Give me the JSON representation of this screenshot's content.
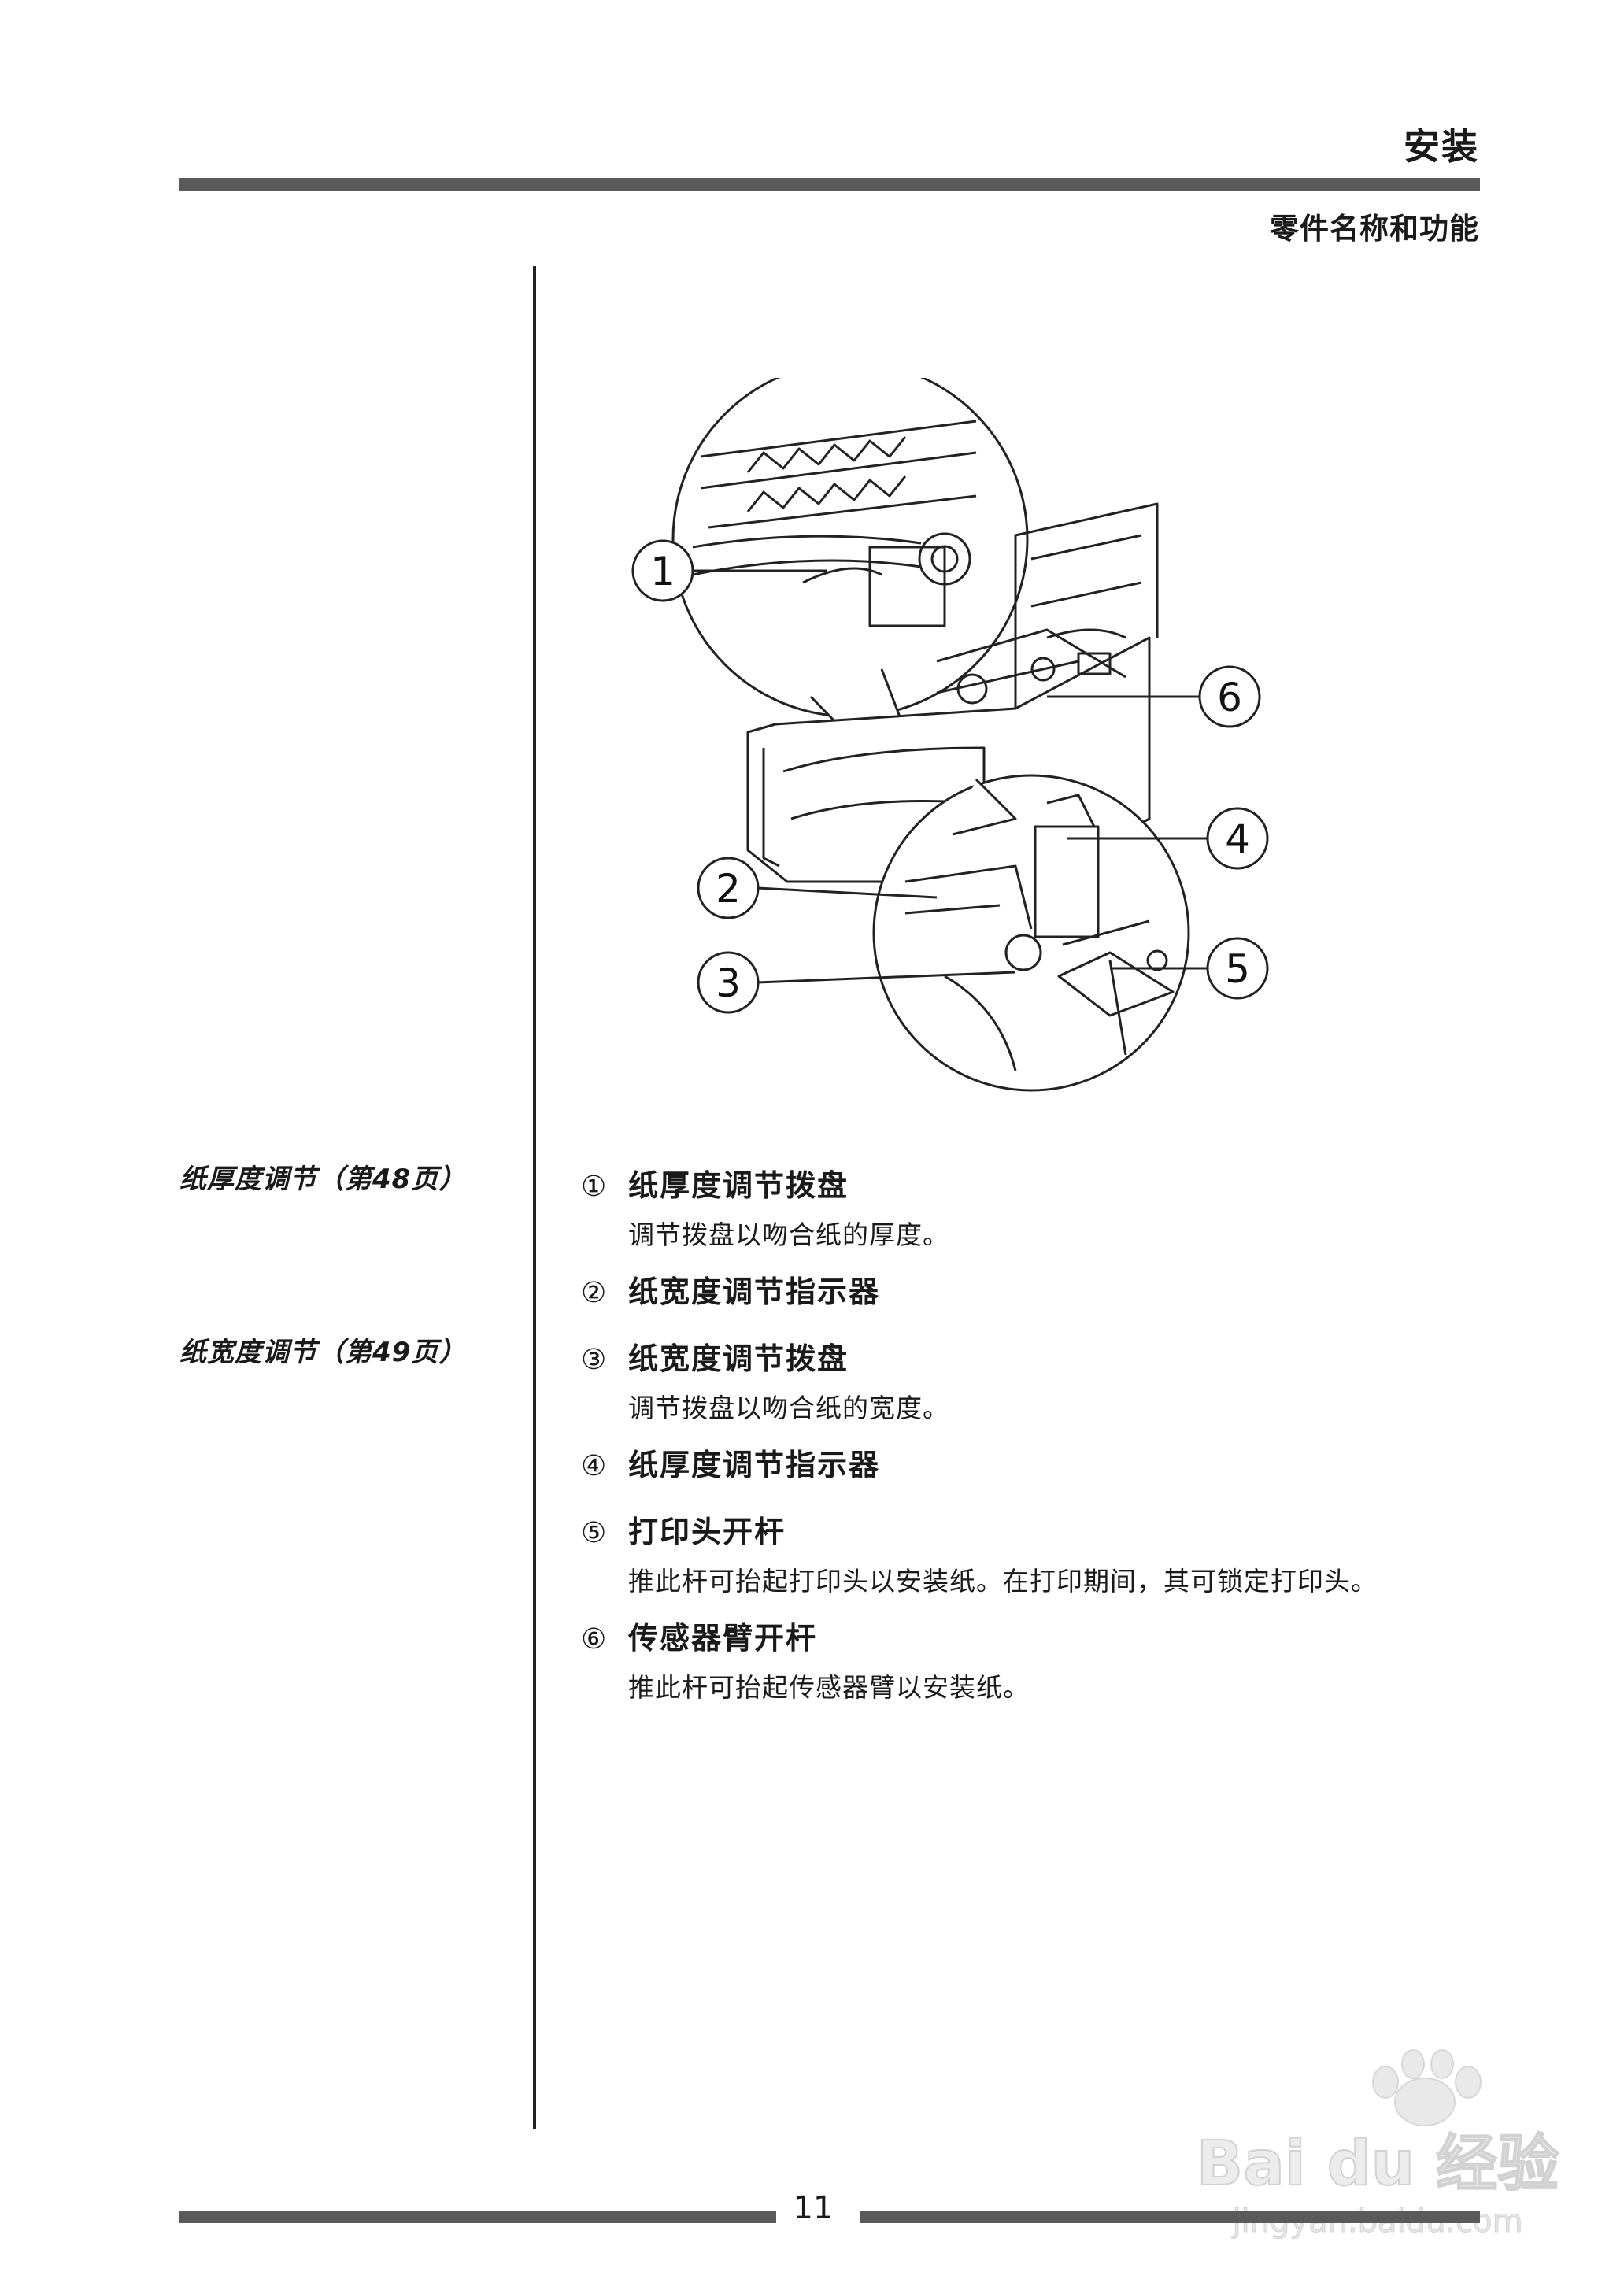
{
  "header": {
    "section_title": "安装",
    "section_subtitle": "零件名称和功能"
  },
  "figure": {
    "callouts": [
      "1",
      "2",
      "3",
      "4",
      "5",
      "6"
    ]
  },
  "side_notes": [
    "纸厚度调节（第48页）",
    "纸宽度调节（第49页）"
  ],
  "parts": [
    {
      "num": "①",
      "title": "纸厚度调节拨盘",
      "desc": "调节拨盘以吻合纸的厚度。"
    },
    {
      "num": "②",
      "title": "纸宽度调节指示器",
      "desc": ""
    },
    {
      "num": "③",
      "title": "纸宽度调节拨盘",
      "desc": "调节拨盘以吻合纸的宽度。"
    },
    {
      "num": "④",
      "title": "纸厚度调节指示器",
      "desc": ""
    },
    {
      "num": "⑤",
      "title": "打印头开杆",
      "desc": "推此杆可抬起打印头以安装纸。在打印期间，其可锁定打印头。"
    },
    {
      "num": "⑥",
      "title": "传感器臂开杆",
      "desc": "推此杆可抬起传感器臂以安装纸。"
    }
  ],
  "footer": {
    "page_number": "11"
  },
  "watermark": {
    "brand": "Bai du 经验",
    "url": "jingyan.baidu.com"
  }
}
